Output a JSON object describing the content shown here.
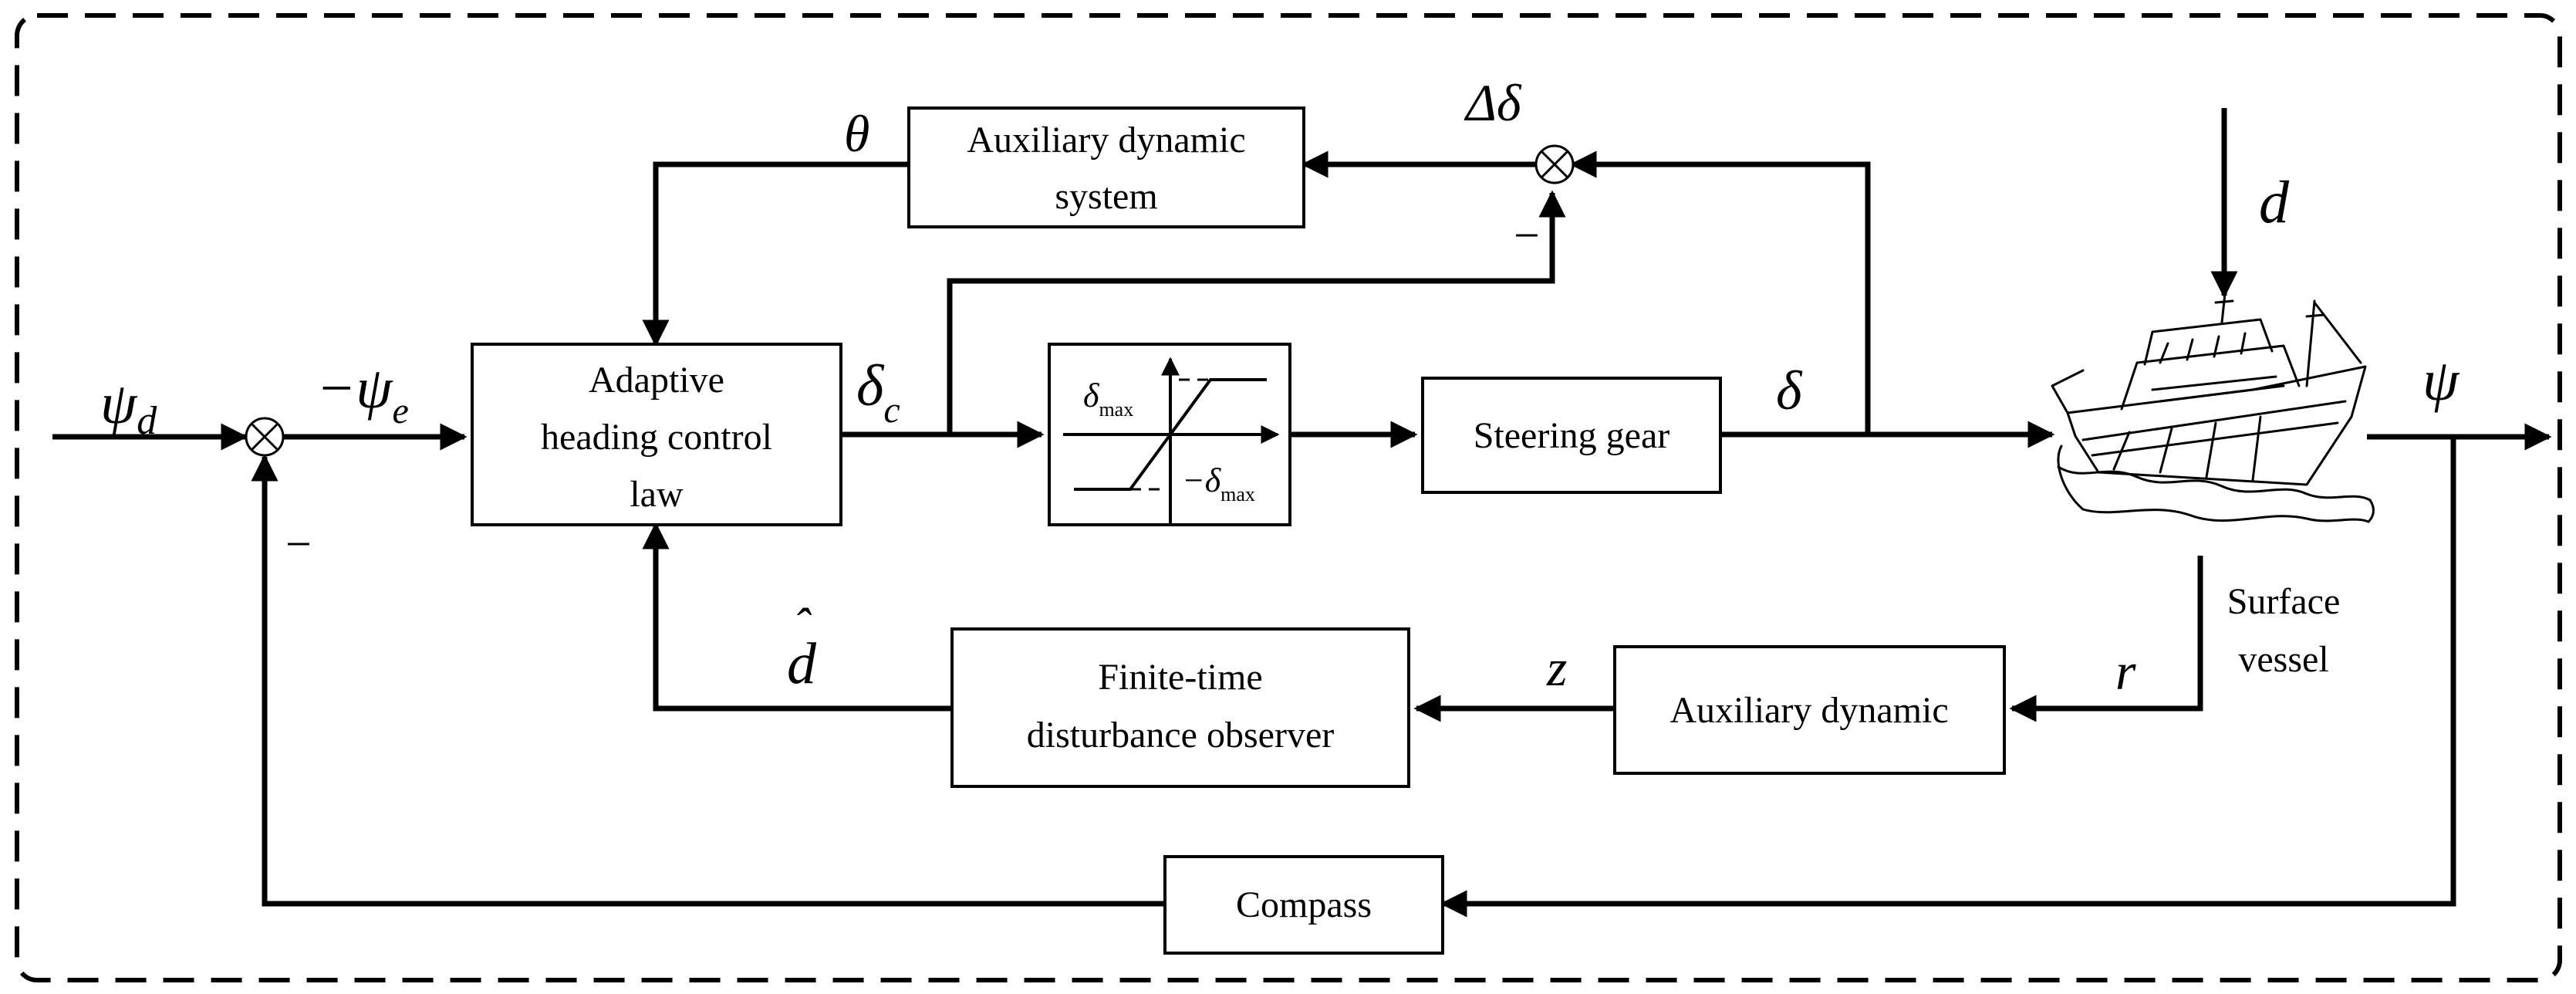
{
  "blocks": {
    "aux_dyn_system": [
      "Auxiliary dynamic",
      "system"
    ],
    "control_law": [
      "Adaptive",
      "heading control",
      "law"
    ],
    "steering_gear": "Steering gear",
    "fdo": [
      "Finite-time",
      "disturbance observer"
    ],
    "aux_dynamic": "Auxiliary dynamic",
    "compass": "Compass",
    "vessel": [
      "Surface",
      "vessel"
    ]
  },
  "signals": {
    "psi_d": "ψ",
    "psi_d_sub": "d",
    "neg_psi_e": "−ψ",
    "neg_psi_e_sub": "e",
    "theta": "θ",
    "delta_delta": "Δδ",
    "delta_c": "δ",
    "delta_c_sub": "c",
    "delta": "δ",
    "d": "d",
    "psi": "ψ",
    "d_hat": "d",
    "d_hat_accent": "ˆ",
    "z": "z",
    "r": "r"
  },
  "saturation": {
    "delta_max": "δ",
    "neg_delta_max": "−δ",
    "max_sub": "max"
  },
  "signs": {
    "minus_feedback": "−",
    "minus_delta_c": "−"
  }
}
